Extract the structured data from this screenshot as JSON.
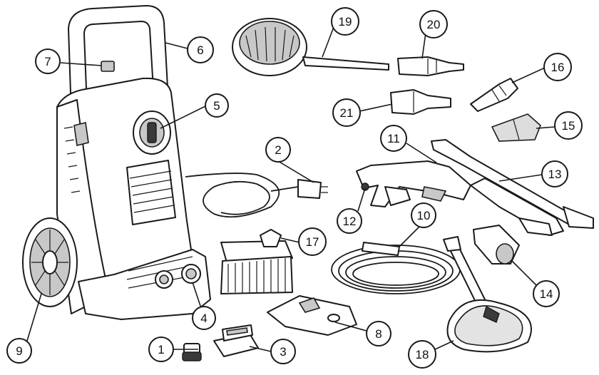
{
  "callouts": [
    {
      "n": "1"
    },
    {
      "n": "2"
    },
    {
      "n": "3"
    },
    {
      "n": "4"
    },
    {
      "n": "5"
    },
    {
      "n": "6"
    },
    {
      "n": "7"
    },
    {
      "n": "8"
    },
    {
      "n": "9"
    },
    {
      "n": "10"
    },
    {
      "n": "11"
    },
    {
      "n": "12"
    },
    {
      "n": "13"
    },
    {
      "n": "14"
    },
    {
      "n": "15"
    },
    {
      "n": "16"
    },
    {
      "n": "17"
    },
    {
      "n": "18"
    },
    {
      "n": "19"
    },
    {
      "n": "20"
    },
    {
      "n": "21"
    }
  ],
  "colors": {
    "line": "#1a1a1a",
    "background": "#ffffff",
    "fill_light": "#c8c8c8"
  }
}
